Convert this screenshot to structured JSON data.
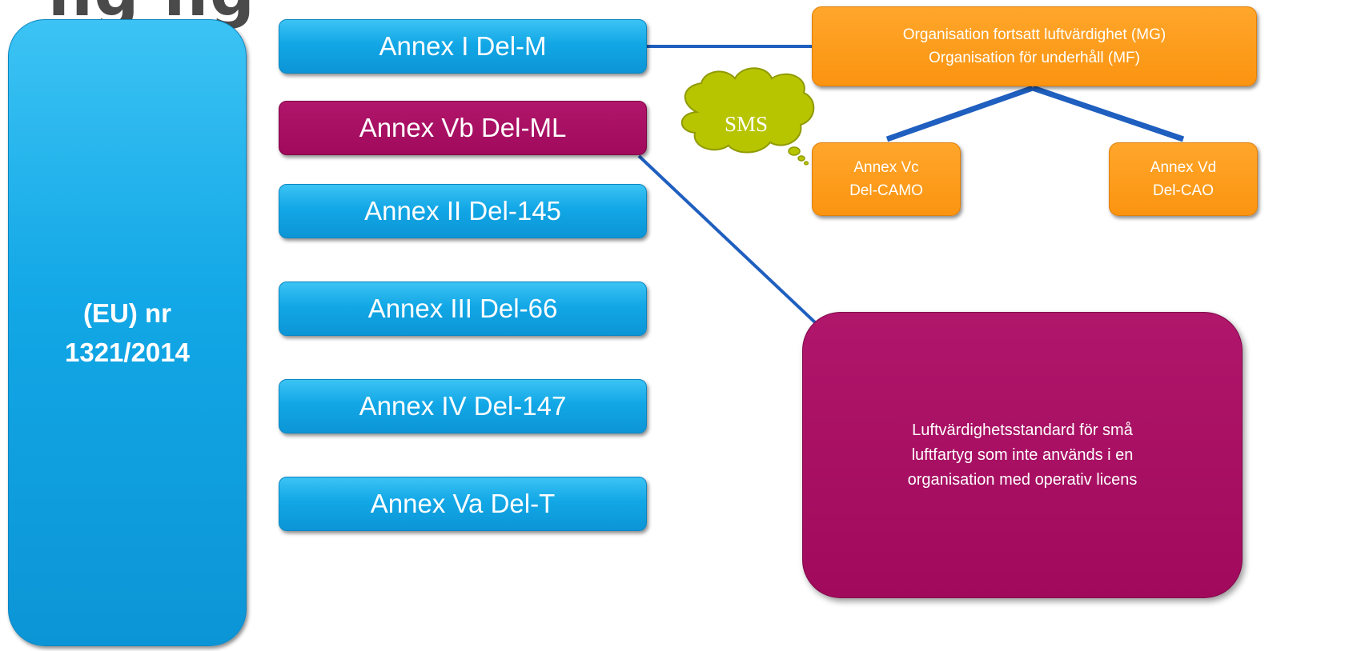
{
  "title_fragment": "ng  ng",
  "regulation": {
    "label": "(EU) nr\n1321/2014"
  },
  "annexes": [
    {
      "label": "Annex I Del-M",
      "color": "#12a7e6"
    },
    {
      "label": "Annex Vb Del-ML",
      "color": "#a10a5c"
    },
    {
      "label": "Annex II Del-145",
      "color": "#12a7e6"
    },
    {
      "label": "Annex III Del-66",
      "color": "#12a7e6"
    },
    {
      "label": "Annex IV Del-147",
      "color": "#12a7e6"
    },
    {
      "label": "Annex Va Del-T",
      "color": "#12a7e6"
    }
  ],
  "organisation": {
    "label": "Organisation fortsatt luftvärdighet (MG)\nOrganisation för underhåll (MF)",
    "color": "#fb9410"
  },
  "sub_organisations": [
    {
      "label": "Annex Vc\nDel-CAMO"
    },
    {
      "label": "Annex Vd\nDel-CAO"
    }
  ],
  "sms_bubble": {
    "label": "SMS",
    "color": "#b7c400"
  },
  "standard": {
    "label": "Luftvärdighetsstandard för små\nluftfartyg som inte används i en\norganisation med operativ licens",
    "color": "#a10a5c"
  },
  "connector_color": "#1f5fbf"
}
